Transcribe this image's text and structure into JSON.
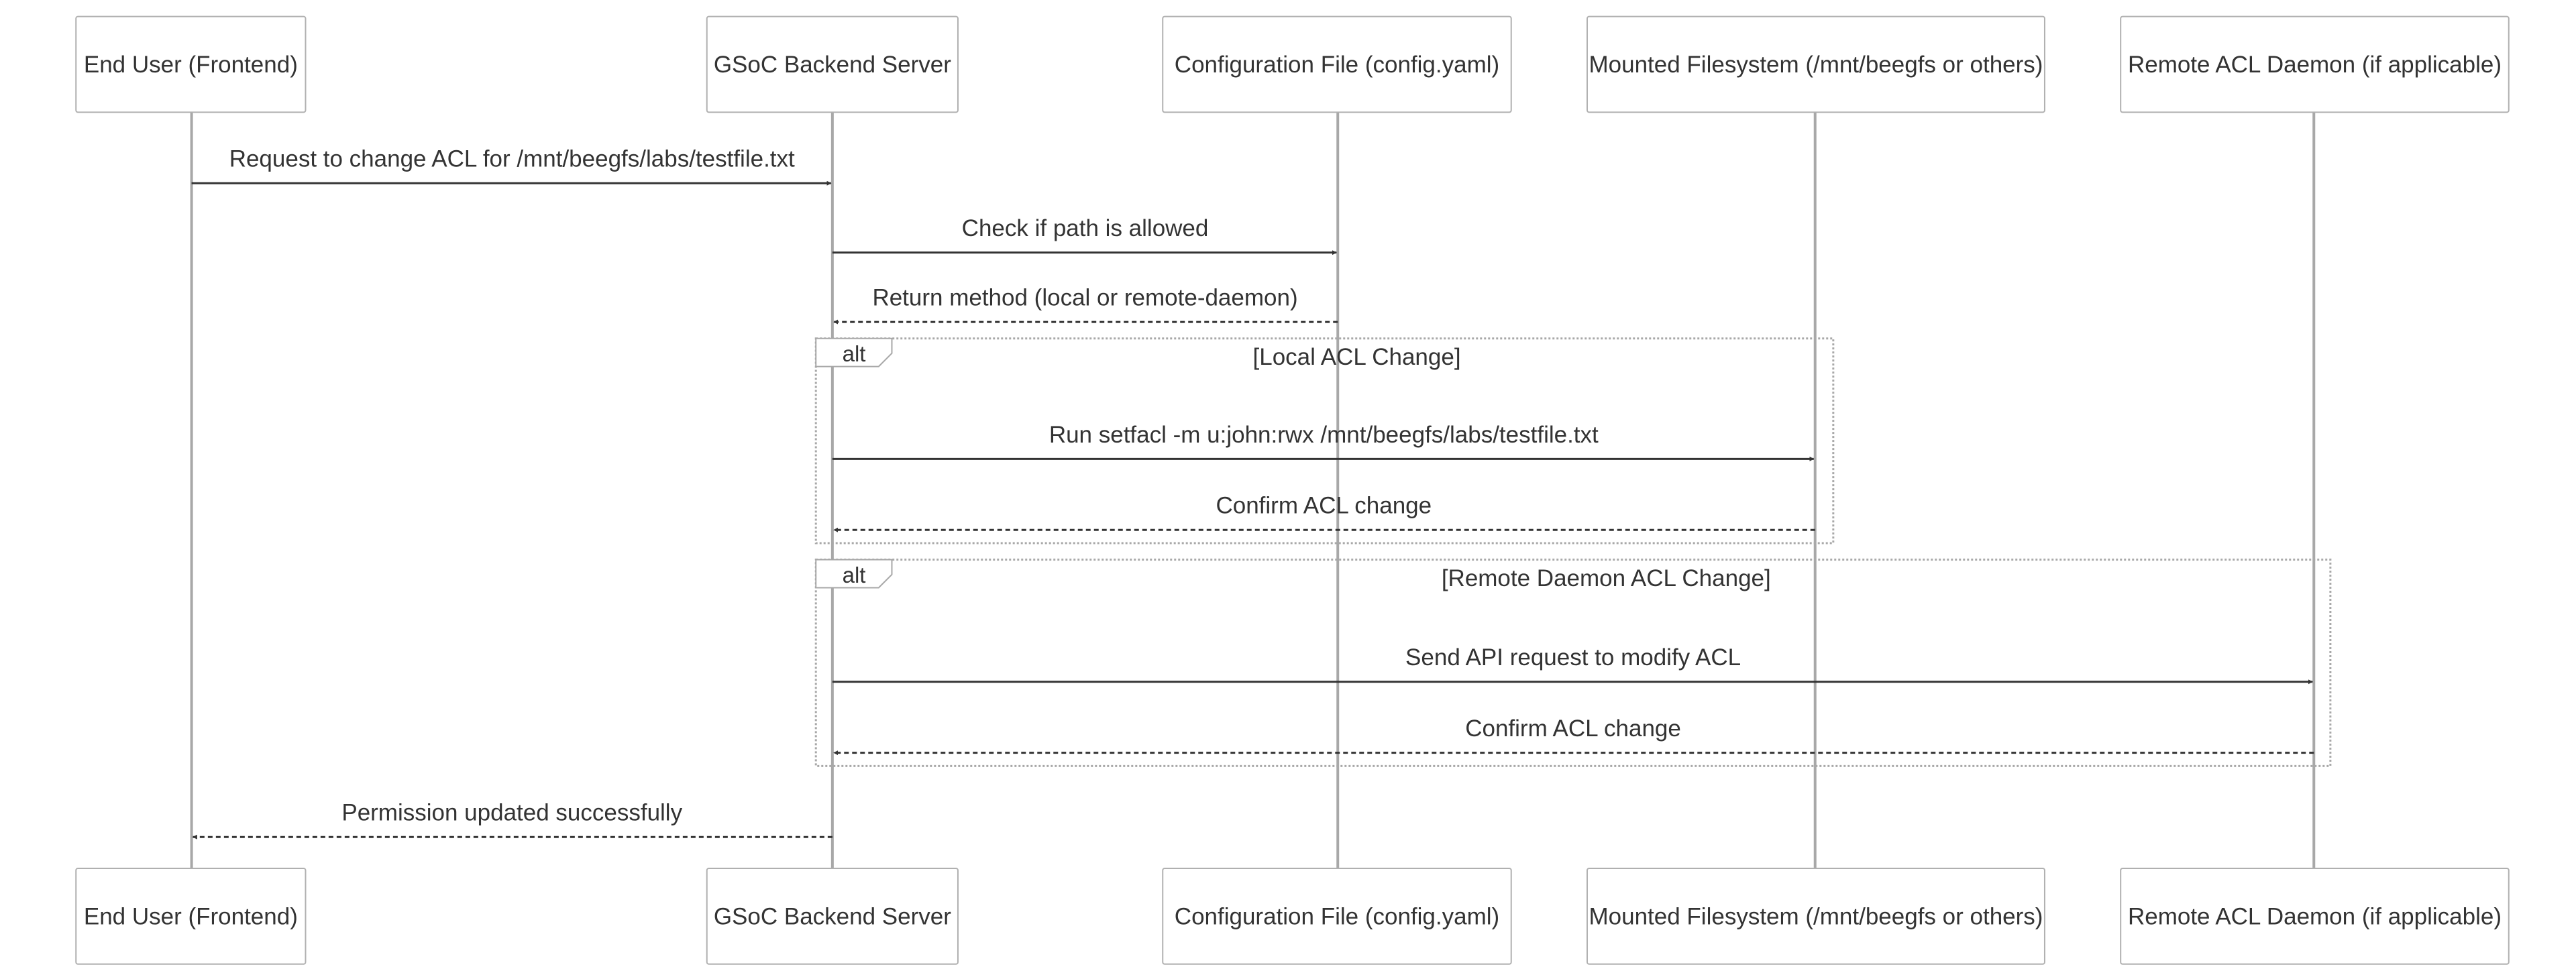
{
  "actors": [
    {
      "id": "user",
      "label": "End User (Frontend)"
    },
    {
      "id": "backend",
      "label": "GSoC Backend Server"
    },
    {
      "id": "config",
      "label": "Configuration File (config.yaml)"
    },
    {
      "id": "fs",
      "label": "Mounted Filesystem (/mnt/beegfs or others)"
    },
    {
      "id": "daemon",
      "label": "Remote ACL Daemon (if applicable)"
    }
  ],
  "messages": [
    {
      "from": "user",
      "to": "backend",
      "label": "Request to change ACL for /mnt/beegfs/labs/testfile.txt",
      "style": "solid"
    },
    {
      "from": "backend",
      "to": "config",
      "label": "Check if path is allowed",
      "style": "solid"
    },
    {
      "from": "config",
      "to": "backend",
      "label": "Return method (local or remote-daemon)",
      "style": "dashed"
    },
    {
      "from": "backend",
      "to": "fs",
      "label": "Run setfacl -m u:john:rwx /mnt/beegfs/labs/testfile.txt",
      "style": "solid"
    },
    {
      "from": "fs",
      "to": "backend",
      "label": "Confirm ACL change",
      "style": "dashed"
    },
    {
      "from": "backend",
      "to": "daemon",
      "label": "Send API request to modify ACL",
      "style": "solid"
    },
    {
      "from": "daemon",
      "to": "backend",
      "label": "Confirm ACL change",
      "style": "dashed"
    },
    {
      "from": "backend",
      "to": "user",
      "label": "Permission updated successfully",
      "style": "dashed"
    }
  ],
  "frames": [
    {
      "keyword": "alt",
      "condition": "[Local ACL Change]",
      "messages": [
        3,
        4
      ],
      "actors": [
        "backend",
        "fs"
      ]
    },
    {
      "keyword": "alt",
      "condition": "[Remote Daemon ACL Change]",
      "messages": [
        5,
        6
      ],
      "actors": [
        "backend",
        "daemon"
      ]
    }
  ],
  "colors": {
    "line": "#333333",
    "box_border": "#b0b0b0",
    "lifeline": "#a8a8a8",
    "background": "#ffffff"
  }
}
